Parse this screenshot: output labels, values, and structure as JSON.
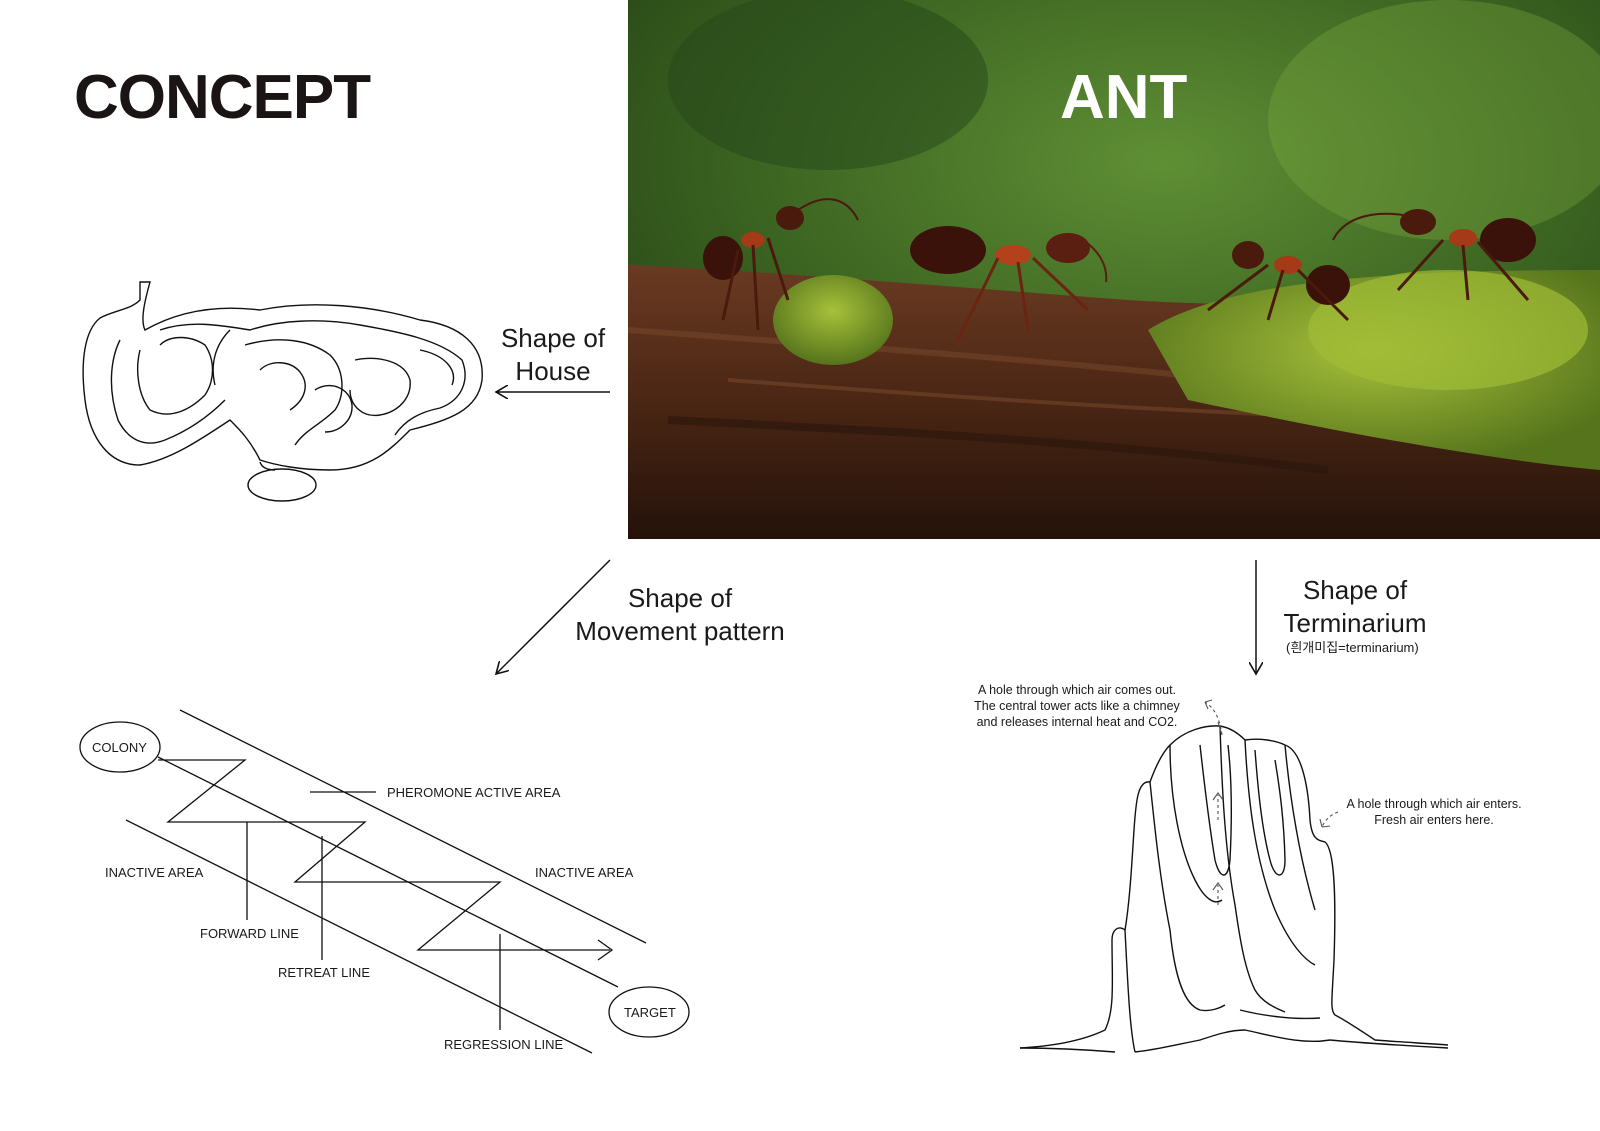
{
  "titles": {
    "concept": "CONCEPT",
    "ant": "ANT"
  },
  "captions": {
    "house_line1": "Shape of",
    "house_line2": "House",
    "movement_line1": "Shape of",
    "movement_line2": "Movement pattern",
    "termite_line1": "Shape of",
    "termite_line2": "Terminarium",
    "termite_note": "(흰개미집=terminarium)"
  },
  "movement_labels": {
    "colony": "COLONY",
    "target": "TARGET",
    "pheromone": "PHEROMONE ACTIVE AREA",
    "inactive_left": "INACTIVE AREA",
    "inactive_right": "INACTIVE AREA",
    "forward": "FORWARD LINE",
    "retreat": "RETREAT LINE",
    "regression": "REGRESSION LINE"
  },
  "termite_notes": {
    "out_line1": "A hole through which air comes out.",
    "out_line2": "The central tower acts like a chimney",
    "out_line3": "and releases internal heat and CO2.",
    "in_line1": "A hole through which air enters.",
    "in_line2": "Fresh air enters here."
  },
  "colors": {
    "ink": "#111111",
    "title": "#1a1414",
    "photo_bg": "#3f6b25"
  }
}
